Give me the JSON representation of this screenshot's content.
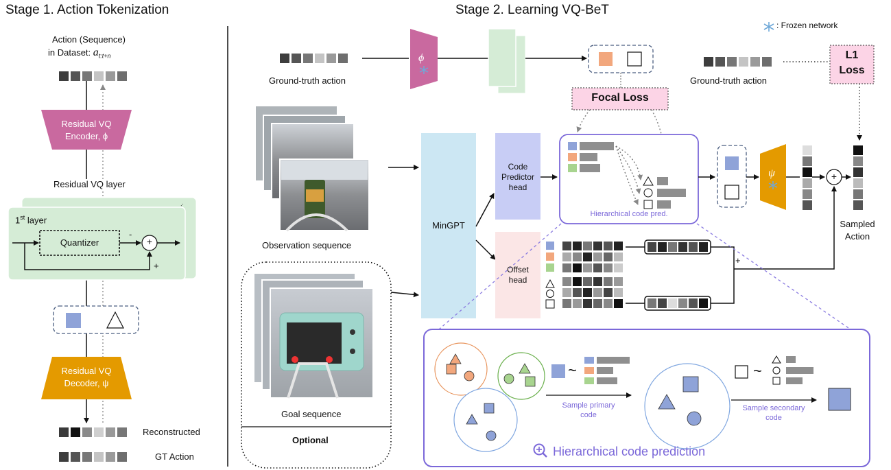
{
  "headings": {
    "stage1": "Stage 1. Action Tokenization",
    "stage2": "Stage 2. Learning VQ-BeT"
  },
  "stage1": {
    "action_label_line1": "Action (Sequence)",
    "action_label_line2": "in Dataset:",
    "action_symbol": "a",
    "action_subscript": "t:t+n",
    "encoder_line1": "Residual VQ",
    "encoder_line2": "Encoder, ϕ",
    "rvq_layer": "Residual VQ layer",
    "first_layer": "1",
    "first_layer_sup": "st",
    "first_layer_rest": " layer",
    "quantizer": "Quantizer",
    "minus": "-",
    "plus": "+",
    "circle_plus": "+",
    "decoder_line1": "Residual VQ",
    "decoder_line2": "Decoder, ψ",
    "reconstructed": "Reconstructed",
    "gt_action": "GT Action"
  },
  "stage2": {
    "frozen_legend": ": Frozen network",
    "ground_truth_action": "Ground-truth action",
    "ground_truth_action_right": "Ground-truth action",
    "phi": "ϕ",
    "psi": "ψ",
    "focal_loss": "Focal Loss",
    "l1_line1": "L1",
    "l1_line2": "Loss",
    "observation_sequence": "Observation sequence",
    "goal_sequence": "Goal sequence",
    "optional": "Optional",
    "mingpt": "MinGPT",
    "code_head_line1": "Code",
    "code_head_line2": "Predictor",
    "code_head_line3": "head",
    "offset_head_line1": "Offset",
    "offset_head_line2": "head",
    "hier_code_pred": "Hierarchical code pred.",
    "sampled_line1": "Sampled",
    "sampled_line2": "Action",
    "plus": "+",
    "sample_primary_line1": "Sample primary",
    "sample_primary_line2": "code",
    "sample_secondary_line1": "Sample secondary",
    "sample_secondary_line2": "code",
    "tilde": "~",
    "hier_title": "Hierarchical code prediction"
  },
  "colors": {
    "pink_encoder": "#c9699f",
    "orange_decoder": "#e49a00",
    "green_layer": "#d5ecd6",
    "blue_code": "#8fa3d8",
    "orange_code": "#f2a77d",
    "green_code": "#a8d48f",
    "purple": "#7b68d9",
    "mingpt_blue": "#cce7f3",
    "code_head": "#c8cdf5",
    "offset_head": "#fbe6e6",
    "loss_pink": "#fcd4e6"
  },
  "icons": [
    "snowflake-icon",
    "magnifier-plus-icon",
    "triangle-icon",
    "circle-icon",
    "square-icon"
  ]
}
